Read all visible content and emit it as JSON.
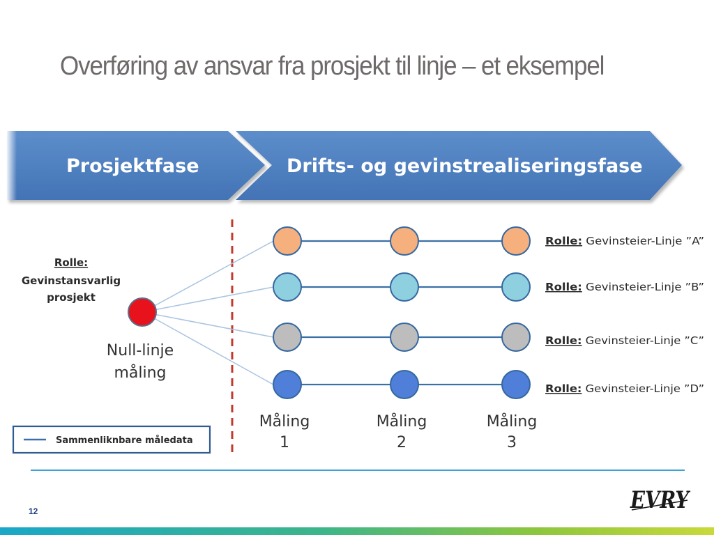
{
  "title": "Overføring av ansvar fra prosjekt til linje – et eksempel",
  "phases": {
    "project": "Prosjektfase",
    "operations": "Drifts- og gevinstrealiseringsfase"
  },
  "left_role": {
    "heading": "Rolle:",
    "line1": "Gevinstansvarlig",
    "line2": "prosjekt"
  },
  "baseline": {
    "line1": "Null-linje",
    "line2": "måling"
  },
  "legend": {
    "label": "Sammenliknbare måledata"
  },
  "measurements": [
    {
      "label": "Måling",
      "number": "1"
    },
    {
      "label": "Måling",
      "number": "2"
    },
    {
      "label": "Måling",
      "number": "3"
    }
  ],
  "role_rows": [
    {
      "heading": "Rolle:",
      "text": " Gevinsteier-Linje ”A”",
      "color": "#f5b07e"
    },
    {
      "heading": "Rolle:",
      "text": " Gevinsteier-Linje ”B”",
      "color": "#8fd0e0"
    },
    {
      "heading": "Rolle:",
      "text": " Gevinsteier-Linje ”C”",
      "color": "#bdbdbd"
    },
    {
      "heading": "Rolle:",
      "text": " Gevinsteier-Linje ”D”",
      "color": "#4f7fd8"
    }
  ],
  "colors": {
    "banner": "#4f81bd",
    "baseline_node": "#e8121c",
    "node_outline": "#35679f",
    "divider": "#c0392b"
  },
  "page_number": "12",
  "logo_icon": "evry-logo"
}
